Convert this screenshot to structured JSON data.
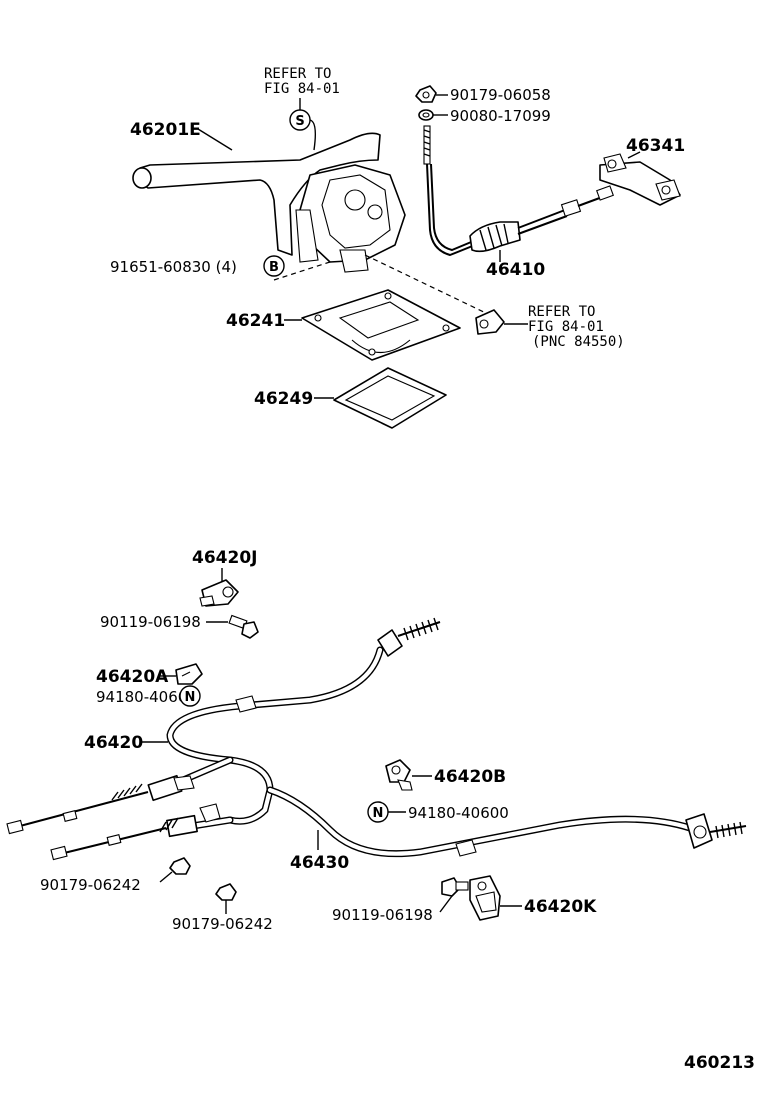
{
  "labels": {
    "refer_top_1": "REFER TO",
    "refer_top_2": "FIG 84-01",
    "p46201E": "46201E",
    "p90179_06058": "90179-06058",
    "p90080_17099": "90080-17099",
    "p46341": "46341",
    "p91651": "91651-60830 (4)",
    "p46410": "46410",
    "p46241": "46241",
    "refer_right_1": "REFER TO",
    "refer_right_2": "FIG 84-01",
    "refer_right_3": "(PNC 84550)",
    "p46249": "46249",
    "p46420J": "46420J",
    "p90119_06198_a": "90119-06198",
    "p46420A": "46420A",
    "p94180_40600_a": "94180-40600",
    "p46420": "46420",
    "p46420B": "46420B",
    "p94180_40600_b": "94180-40600",
    "p46430": "46430",
    "p90179_06242_a": "90179-06242",
    "p90179_06242_b": "90179-06242",
    "p90119_06198_b": "90119-06198",
    "p46420K": "46420K",
    "figure_no": "460213"
  },
  "callouts": {
    "S": "S",
    "B": "B",
    "N1": "N",
    "N2": "N"
  }
}
